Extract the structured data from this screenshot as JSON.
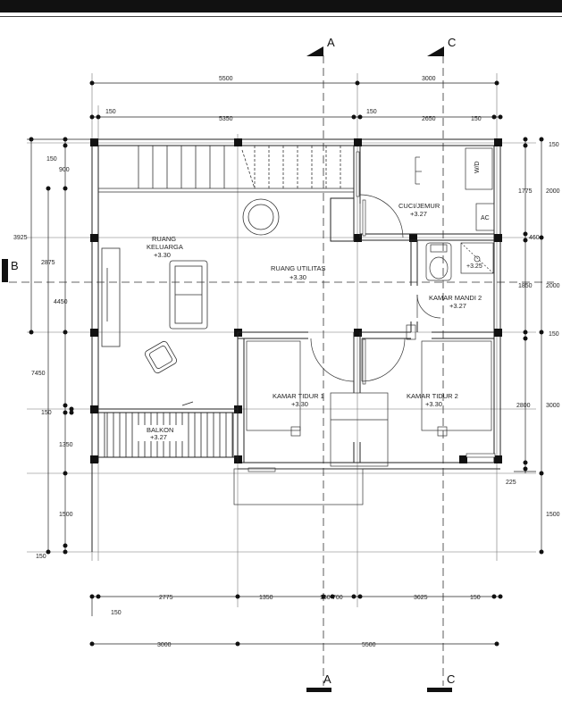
{
  "sections": {
    "a_top": "A",
    "c_top": "C",
    "b_left": "B",
    "a_bottom": "A",
    "c_bottom": "C"
  },
  "rooms": {
    "keluarga_name_1": "RUANG",
    "keluarga_name_2": "KELUARGA",
    "keluarga_level": "+3.30",
    "utilitas_name": "RUANG UTILITAS",
    "utilitas_level": "+3.30",
    "cuci_name": "CUCI/JEMUR",
    "cuci_level": "+3.27",
    "mandi_name": "KAMAR MANDI 2",
    "mandi_level": "+3.27",
    "tidur1_name": "KAMAR TIDUR 1",
    "tidur1_level": "+3.30",
    "tidur2_name": "KAMAR TIDUR 2",
    "tidur2_level": "+3.30",
    "balkon_name": "BALKON",
    "balkon_level": "+3.27",
    "shower_level": "+3.25",
    "wd_label": "W/D",
    "ac_label": "AC"
  },
  "dims": {
    "top": {
      "a": "5500",
      "b": "3000",
      "c": "150",
      "d": "5350",
      "e": "150",
      "f": "2650",
      "g": "150"
    },
    "bottom": {
      "a": "2775",
      "b": "1350",
      "c": "150",
      "d": "700",
      "e": "3625",
      "f": "150",
      "g": "150",
      "h": "3000",
      "i": "5500"
    },
    "left": {
      "a": "150",
      "b": "900",
      "c": "3925",
      "d": "2875",
      "e": "4450",
      "f": "7450",
      "g": "150",
      "h": "1350",
      "i": "1500",
      "j": "150"
    },
    "right": {
      "a": "150",
      "b": "1775",
      "c": "2000",
      "d": "460",
      "e": "1850",
      "f": "2000",
      "g": "150",
      "h": "2800",
      "i": "3000",
      "j": "225",
      "k": "1500"
    }
  }
}
